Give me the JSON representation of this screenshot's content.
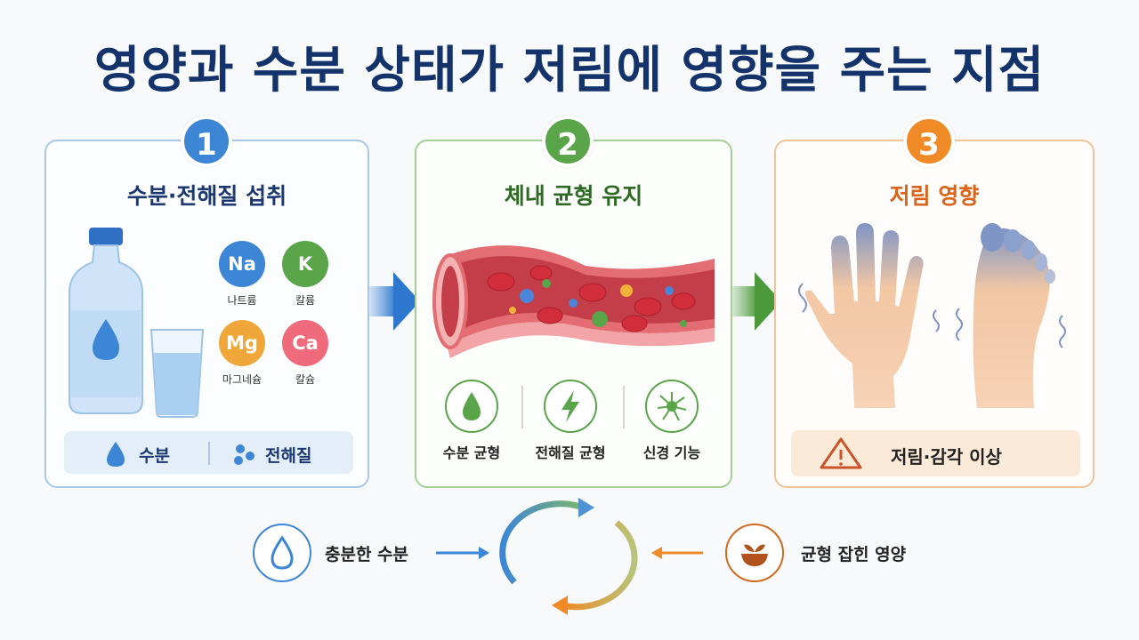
{
  "title": "영양과 수분 상태가 저림에 영향을 주는 지점",
  "colors": {
    "title": "#14336b",
    "step1": "#3d86d6",
    "step2": "#5aa44a",
    "step3": "#ef8a26"
  },
  "panels": [
    {
      "number": "1",
      "title": "수분·전해질 섭취",
      "minerals": [
        {
          "symbol": "Na",
          "label": "나트륨",
          "color": "#3d86d6"
        },
        {
          "symbol": "K",
          "label": "칼륨",
          "color": "#5aa44a"
        },
        {
          "symbol": "Mg",
          "label": "마그네슘",
          "color": "#f0a73a"
        },
        {
          "symbol": "Ca",
          "label": "칼슘",
          "color": "#ef6b7b"
        }
      ],
      "legend": [
        {
          "icon": "water-drop-icon",
          "label": "수분"
        },
        {
          "icon": "electrolyte-dots-icon",
          "label": "전해질"
        }
      ]
    },
    {
      "number": "2",
      "title": "체내 균형 유지",
      "functions": [
        {
          "icon": "water-drop-icon",
          "label": "수분 균형"
        },
        {
          "icon": "lightning-icon",
          "label": "전해질 균형"
        },
        {
          "icon": "neuron-icon",
          "label": "신경 기능"
        }
      ]
    },
    {
      "number": "3",
      "title": "저림 영향",
      "warning": {
        "icon": "warning-icon",
        "label": "저림·감각 이상"
      }
    }
  ],
  "cycle": {
    "left": {
      "icon": "water-drop-icon",
      "label": "충분한 수분"
    },
    "right": {
      "icon": "food-bowl-icon",
      "label": "균형 잡힌 영양"
    }
  }
}
